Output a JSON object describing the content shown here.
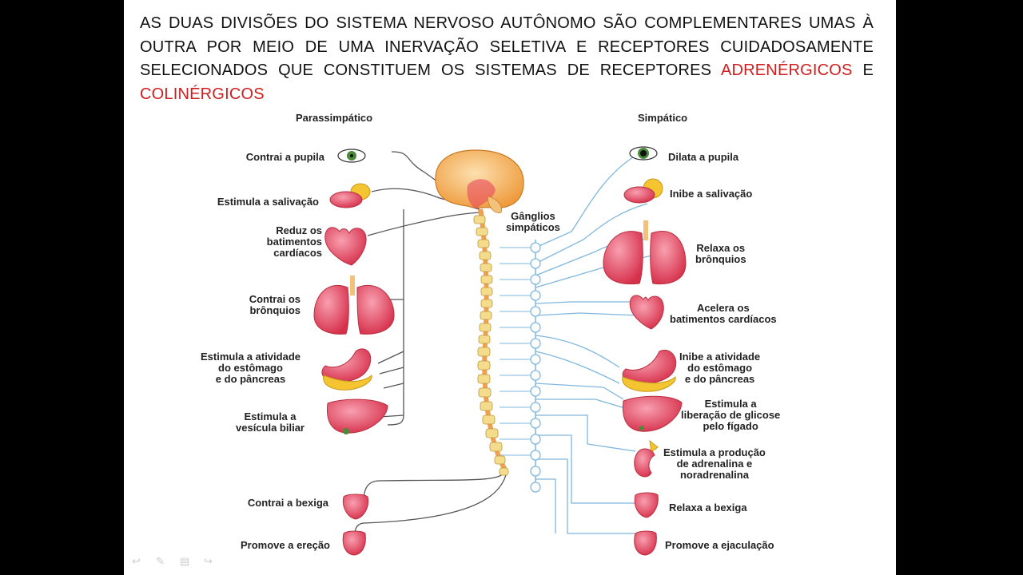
{
  "heading": {
    "text": "AS DUAS DIVISÕES DO SISTEMA NERVOSO AUTÔNOMO SÃO COMPLEMENTARES UMAS À OUTRA POR MEIO DE UMA INERVAÇÃO SELETIVA E RECEPTORES CUIDADOSAMENTE SELECIONADOS QUE CONSTITUEM OS SISTEMAS DE RECEPTORES ",
    "highlight1": "ADRENÉRGICOS",
    "joiner": " E ",
    "highlight2": "COLINÉRGICOS",
    "highlight_color": "#d01d1d"
  },
  "parasympathetic": {
    "title": "Parassimpático",
    "labels": [
      [
        "Contrai a pupila"
      ],
      [
        "Estimula a salivação"
      ],
      [
        "Reduz os",
        "batimentos",
        "cardíacos"
      ],
      [
        "Contrai os",
        "brônquios"
      ],
      [
        "Estimula a atividade",
        "do estômago",
        "e do pâncreas"
      ],
      [
        "Estimula a",
        "vesícula biliar"
      ],
      [
        "Contrai a bexiga"
      ],
      [
        "Promove a ereção"
      ]
    ]
  },
  "sympathetic": {
    "title": "Simpático",
    "labels": [
      [
        "Dilata a pupila"
      ],
      [
        "Inibe a salivação"
      ],
      [
        "Relaxa os",
        "brônquios"
      ],
      [
        "Acelera os",
        "batimentos cardíacos"
      ],
      [
        "Inibe a atividade",
        "do estômago",
        "e do pâncreas"
      ],
      [
        "Estimula a",
        "liberação de glicose",
        "pelo fígado"
      ],
      [
        "Estimula a produção",
        "de adrenalina e",
        "noradrenalina"
      ],
      [
        "Relaxa a bexiga"
      ],
      [
        "Promove a ejaculação"
      ]
    ]
  },
  "ganglia_label": [
    "Gânglios",
    "simpáticos"
  ],
  "colors": {
    "para_nerve": "#555555",
    "symp_nerve": "#7fb7de",
    "organ": "#e8485e",
    "brain": "#f3a64a",
    "vertebra": "#f4dc8c"
  }
}
